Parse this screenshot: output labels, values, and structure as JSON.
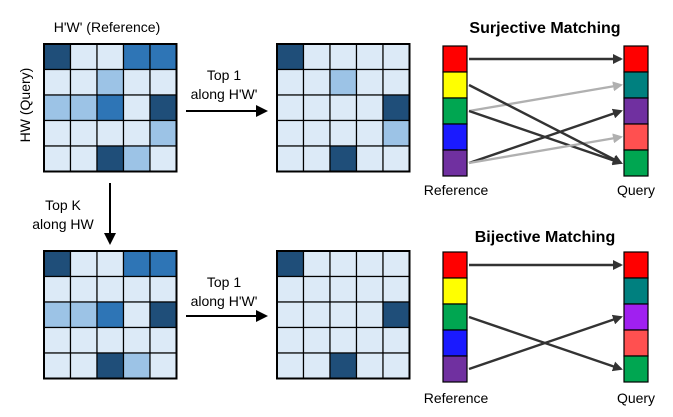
{
  "colors": {
    "white": "#ffffff",
    "light": "#dceaf7",
    "mid": "#9cc3e6",
    "strong": "#2e75b6",
    "dark": "#1f4e79",
    "grid_border": "#000000",
    "arrow": "#333333",
    "arrow_light": "#b0b0b0"
  },
  "left_matrix": {
    "title": "H'W' (Reference)",
    "row_label": "HW (Query)"
  },
  "arrows": {
    "top1_line1": "Top 1",
    "top1_line2": "along H'W'",
    "topk_line1": "Top K",
    "topk_line2": "along HW"
  },
  "matrices": {
    "full": [
      [
        "dark",
        "light",
        "light",
        "strong",
        "strong"
      ],
      [
        "light",
        "light",
        "mid",
        "light",
        "light"
      ],
      [
        "mid",
        "mid",
        "strong",
        "light",
        "dark"
      ],
      [
        "light",
        "light",
        "light",
        "light",
        "mid"
      ],
      [
        "light",
        "light",
        "dark",
        "mid",
        "light"
      ]
    ],
    "full_top1": [
      [
        "dark",
        "light",
        "light",
        "light",
        "light"
      ],
      [
        "light",
        "light",
        "mid",
        "light",
        "light"
      ],
      [
        "light",
        "light",
        "light",
        "light",
        "dark"
      ],
      [
        "light",
        "light",
        "light",
        "light",
        "mid"
      ],
      [
        "light",
        "light",
        "dark",
        "light",
        "light"
      ]
    ],
    "topk": [
      [
        "dark",
        "light",
        "light",
        "strong",
        "strong"
      ],
      [
        "light",
        "light",
        "light",
        "light",
        "light"
      ],
      [
        "mid",
        "mid",
        "strong",
        "light",
        "dark"
      ],
      [
        "light",
        "light",
        "light",
        "light",
        "light"
      ],
      [
        "light",
        "light",
        "dark",
        "mid",
        "light"
      ]
    ],
    "topk_top1": [
      [
        "dark",
        "light",
        "light",
        "light",
        "light"
      ],
      [
        "light",
        "light",
        "light",
        "light",
        "light"
      ],
      [
        "light",
        "light",
        "light",
        "light",
        "dark"
      ],
      [
        "light",
        "light",
        "light",
        "light",
        "light"
      ],
      [
        "light",
        "light",
        "dark",
        "light",
        "light"
      ]
    ]
  },
  "surjective": {
    "title": "Surjective Matching",
    "reference_label": "Reference",
    "query_label": "Query",
    "reference_colors": [
      "#ff0000",
      "#ffff00",
      "#00a651",
      "#1a1aff",
      "#7030a0"
    ],
    "query_colors": [
      "#ff0000",
      "#00807f",
      "#7030a0",
      "#ff5050",
      "#00a651"
    ],
    "links": [
      {
        "from": 0,
        "to": 0,
        "style": "dark"
      },
      {
        "from": 2,
        "to": 1,
        "style": "light"
      },
      {
        "from": 2,
        "to": 4,
        "style": "dark"
      },
      {
        "from": 4,
        "to": 2,
        "style": "dark"
      },
      {
        "from": 4,
        "to": 3,
        "style": "light"
      },
      {
        "from": 1,
        "to": 4,
        "style": "dark"
      }
    ]
  },
  "bijective": {
    "title": "Bijective Matching",
    "reference_label": "Reference",
    "query_label": "Query",
    "reference_colors": [
      "#ff0000",
      "#ffff00",
      "#00a651",
      "#1a1aff",
      "#7030a0"
    ],
    "query_colors": [
      "#ff0000",
      "#00807f",
      "#a020f0",
      "#ff5050",
      "#00a651"
    ],
    "links": [
      {
        "from": 0,
        "to": 0,
        "style": "dark"
      },
      {
        "from": 2,
        "to": 4,
        "style": "dark"
      },
      {
        "from": 4,
        "to": 2,
        "style": "dark"
      }
    ]
  }
}
